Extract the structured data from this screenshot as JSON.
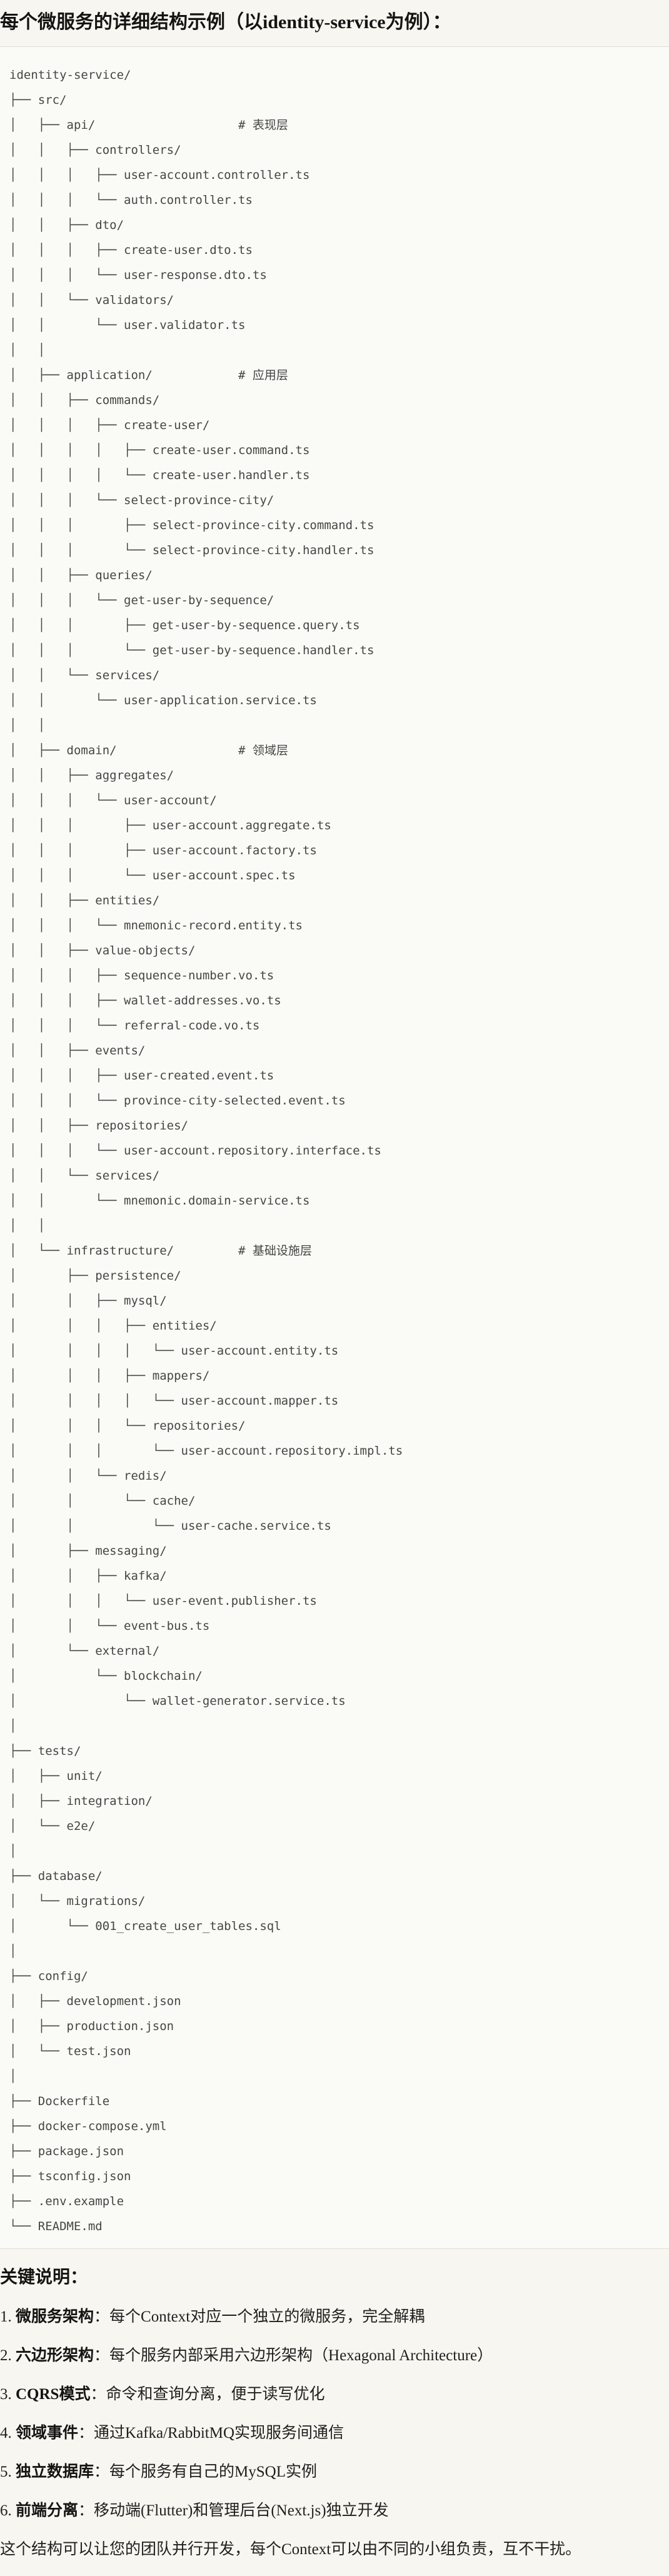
{
  "header": {
    "title": "每个微服务的详细结构示例（以identity-service为例）："
  },
  "code_block": {
    "lines": [
      "identity-service/",
      "├── src/",
      "│   ├── api/                    # 表现层",
      "│   │   ├── controllers/",
      "│   │   │   ├── user-account.controller.ts",
      "│   │   │   └── auth.controller.ts",
      "│   │   ├── dto/",
      "│   │   │   ├── create-user.dto.ts",
      "│   │   │   └── user-response.dto.ts",
      "│   │   └── validators/",
      "│   │       └── user.validator.ts",
      "│   │",
      "│   ├── application/            # 应用层",
      "│   │   ├── commands/",
      "│   │   │   ├── create-user/",
      "│   │   │   │   ├── create-user.command.ts",
      "│   │   │   │   └── create-user.handler.ts",
      "│   │   │   └── select-province-city/",
      "│   │   │       ├── select-province-city.command.ts",
      "│   │   │       └── select-province-city.handler.ts",
      "│   │   ├── queries/",
      "│   │   │   └── get-user-by-sequence/",
      "│   │   │       ├── get-user-by-sequence.query.ts",
      "│   │   │       └── get-user-by-sequence.handler.ts",
      "│   │   └── services/",
      "│   │       └── user-application.service.ts",
      "│   │",
      "│   ├── domain/                 # 领域层",
      "│   │   ├── aggregates/",
      "│   │   │   └── user-account/",
      "│   │   │       ├── user-account.aggregate.ts",
      "│   │   │       ├── user-account.factory.ts",
      "│   │   │       └── user-account.spec.ts",
      "│   │   ├── entities/",
      "│   │   │   └── mnemonic-record.entity.ts",
      "│   │   ├── value-objects/",
      "│   │   │   ├── sequence-number.vo.ts",
      "│   │   │   ├── wallet-addresses.vo.ts",
      "│   │   │   └── referral-code.vo.ts",
      "│   │   ├── events/",
      "│   │   │   ├── user-created.event.ts",
      "│   │   │   └── province-city-selected.event.ts",
      "│   │   ├── repositories/",
      "│   │   │   └── user-account.repository.interface.ts",
      "│   │   └── services/",
      "│   │       └── mnemonic.domain-service.ts",
      "│   │",
      "│   └── infrastructure/         # 基础设施层",
      "│       ├── persistence/",
      "│       │   ├── mysql/",
      "│       │   │   ├── entities/",
      "│       │   │   │   └── user-account.entity.ts",
      "│       │   │   ├── mappers/",
      "│       │   │   │   └── user-account.mapper.ts",
      "│       │   │   └── repositories/",
      "│       │   │       └── user-account.repository.impl.ts",
      "│       │   └── redis/",
      "│       │       └── cache/",
      "│       │           └── user-cache.service.ts",
      "│       ├── messaging/",
      "│       │   ├── kafka/",
      "│       │   │   └── user-event.publisher.ts",
      "│       │   └── event-bus.ts",
      "│       └── external/",
      "│           └── blockchain/",
      "│               └── wallet-generator.service.ts",
      "│",
      "├── tests/",
      "│   ├── unit/",
      "│   ├── integration/",
      "│   └── e2e/",
      "│",
      "├── database/",
      "│   └── migrations/",
      "│       └── 001_create_user_tables.sql",
      "│",
      "├── config/",
      "│   ├── development.json",
      "│   ├── production.json",
      "│   └── test.json",
      "│",
      "├── Dockerfile",
      "├── docker-compose.yml",
      "├── package.json",
      "├── tsconfig.json",
      "├── .env.example",
      "└── README.md"
    ]
  },
  "notes": {
    "title": "关键说明：",
    "separator": "：",
    "items": [
      {
        "num": "1.",
        "label": "微服务架构",
        "desc": "每个Context对应一个独立的微服务，完全解耦"
      },
      {
        "num": "2.",
        "label": "六边形架构",
        "desc": "每个服务内部采用六边形架构（Hexagonal Architecture）"
      },
      {
        "num": "3.",
        "label": "CQRS模式",
        "desc": "命令和查询分离，便于读写优化"
      },
      {
        "num": "4.",
        "label": "领域事件",
        "desc": "通过Kafka/RabbitMQ实现服务间通信"
      },
      {
        "num": "5.",
        "label": "独立数据库",
        "desc": "每个服务有自己的MySQL实例"
      },
      {
        "num": "6.",
        "label": "前端分离",
        "desc": "移动端(Flutter)和管理后台(Next.js)独立开发"
      }
    ]
  },
  "closing": {
    "text": "这个结构可以让您的团队并行开发，每个Context可以由不同的小组负责，互不干扰。"
  }
}
